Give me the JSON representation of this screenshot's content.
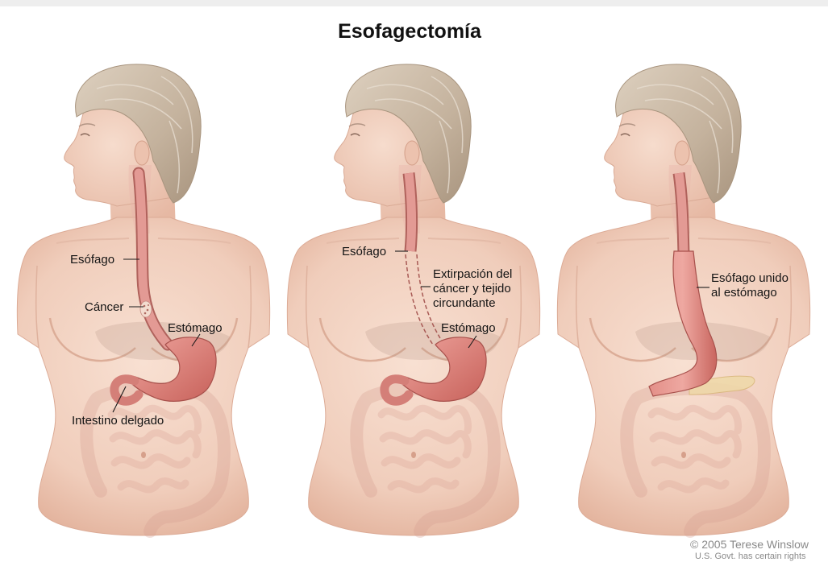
{
  "title": "Esofagectomía",
  "panels": [
    {
      "labels": {
        "esophagus": "Esófago",
        "cancer": "Cáncer",
        "stomach": "Estómago",
        "small_intestine": "Intestino delgado"
      }
    },
    {
      "labels": {
        "esophagus": "Esófago",
        "removal": [
          "Extirpación del",
          "cáncer y tejido",
          "circundante"
        ],
        "stomach": "Estómago"
      }
    },
    {
      "labels": {
        "joined": [
          "Esófago unido",
          "al estómago"
        ]
      }
    }
  ],
  "credit": {
    "line1": "© 2005 Terese Winslow",
    "line2": "U.S. Govt. has certain rights"
  },
  "colors": {
    "skin": "#f1d2c1",
    "hair": "#c8b7a3",
    "organ": "#d9807a",
    "pancreas": "#efd9a8"
  }
}
